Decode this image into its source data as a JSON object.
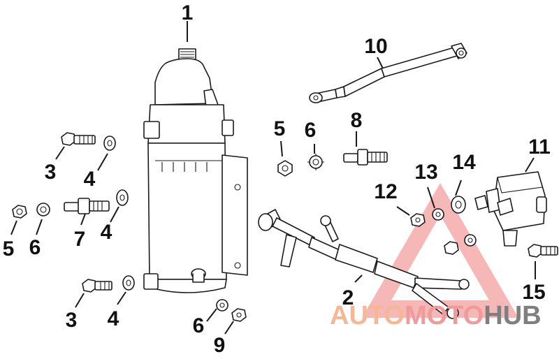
{
  "callouts": [
    {
      "id": "c1",
      "label": "1"
    },
    {
      "id": "c2",
      "label": "2"
    },
    {
      "id": "c3a",
      "label": "3"
    },
    {
      "id": "c3b",
      "label": "3"
    },
    {
      "id": "c4a",
      "label": "4"
    },
    {
      "id": "c4b",
      "label": "4"
    },
    {
      "id": "c4c",
      "label": "4"
    },
    {
      "id": "c5a",
      "label": "5"
    },
    {
      "id": "c5b",
      "label": "5"
    },
    {
      "id": "c6a",
      "label": "6"
    },
    {
      "id": "c6b",
      "label": "6"
    },
    {
      "id": "c6c",
      "label": "6"
    },
    {
      "id": "c7",
      "label": "7"
    },
    {
      "id": "c8",
      "label": "8"
    },
    {
      "id": "c9",
      "label": "9"
    },
    {
      "id": "c10",
      "label": "10"
    },
    {
      "id": "c11",
      "label": "11"
    },
    {
      "id": "c12",
      "label": "12"
    },
    {
      "id": "c13",
      "label": "13"
    },
    {
      "id": "c14",
      "label": "14"
    },
    {
      "id": "c15",
      "label": "15"
    }
  ],
  "watermark": {
    "part1": "AUTO",
    "part2": "MOTO",
    "part3": "HUB",
    "colors": {
      "auto": "#f5b896",
      "moto": "#f19a9a",
      "hub": "#7f7f7f",
      "triangle": "#f08080"
    }
  }
}
